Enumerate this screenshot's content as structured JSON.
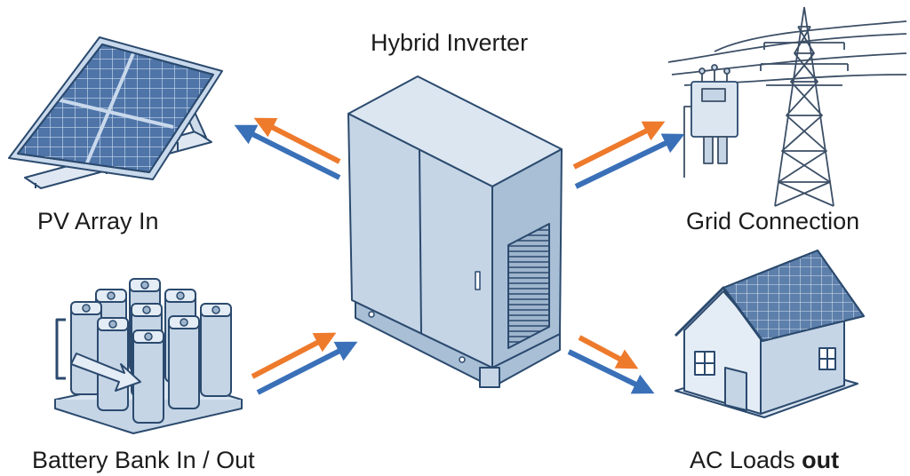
{
  "labels": {
    "center": "Hybrid Inverter",
    "pv": "PV Array In",
    "grid": "Grid Connection",
    "battery": "Battery Bank In / Out",
    "loads_main": "AC Loads ",
    "loads_suffix": "out"
  },
  "colors": {
    "outline": "#2b4a6e",
    "panel_fill": "#c9d9ec",
    "cell_fill": "#5a7fb0",
    "cabinet_front": "#c5d5e6",
    "cabinet_side": "#a9bfd6",
    "cabinet_top": "#dbe6f1",
    "arrow_orange": "#ee7a2c",
    "arrow_blue": "#3a70b8",
    "tower": "#3c4f66"
  },
  "icons": [
    "solar-panel-icon",
    "utility-pole-icon",
    "battery-bank-icon",
    "house-icon",
    "inverter-cabinet-icon"
  ]
}
